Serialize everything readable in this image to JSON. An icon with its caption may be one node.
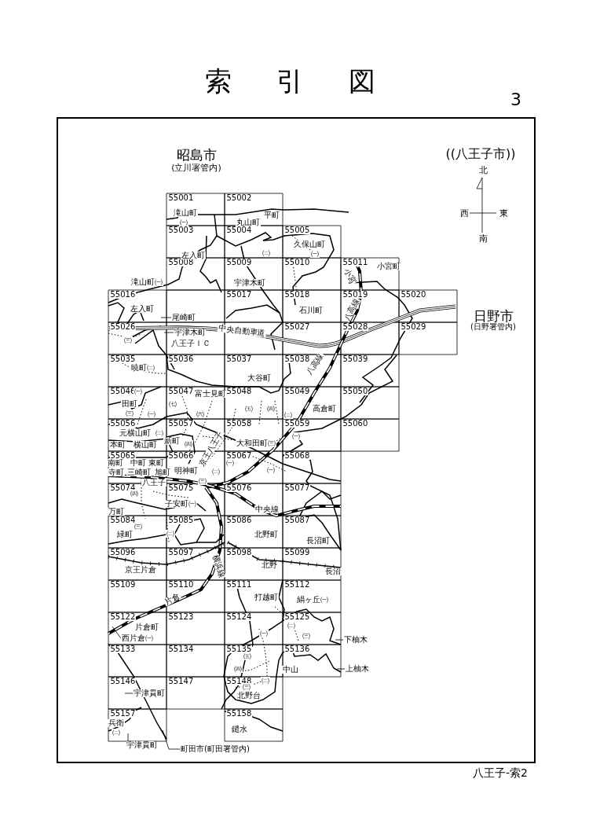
{
  "diagram": {
    "title": "索引図",
    "nodes": [
      {
        "text": [
          "尾崎町"
        ]
      },
      {
        "text": [
          "宇津木町"
        ]
      },
      {
        "text": [
          "西片倉㈠"
        ]
      },
      {
        "text": [
          "下柚木"
        ]
      },
      {
        "text": [
          "上柚木"
        ]
      },
      {
        "text": [
          "宇津貫町"
        ]
      },
      {
        "text": [
          "宇津貫町"
        ]
      },
      {
        "text": [
          "町田市(町田署管内)"
        ]
      }
    ],
    "edges": [
      {
        "from": 0,
        "to": null,
        "arrow": "none"
      },
      {
        "from": 1,
        "to": null,
        "arrow": "none"
      },
      {
        "from": 2,
        "to": null,
        "arrow": "none"
      },
      {
        "from": 3,
        "to": null,
        "arrow": "none"
      },
      {
        "from": 4,
        "to": null,
        "arrow": "none"
      },
      {
        "from": 5,
        "to": null,
        "arrow": "none"
      },
      {
        "from": 6,
        "to": null,
        "arrow": "none"
      },
      {
        "from": 7,
        "to": null,
        "arrow": "none"
      }
    ],
    "labels": [
      "3",
      "昭島市",
      "(立川署管内)",
      "((八王子市))",
      "北",
      "西",
      "東",
      "南",
      "55001",
      "55002",
      "55003",
      "55004",
      "55005",
      "55008",
      "55009",
      "55010",
      "55011",
      "55016",
      "55017",
      "55018",
      "55019",
      "55020",
      "55026",
      "55027",
      "55028",
      "55029",
      "55035",
      "55036",
      "55037",
      "55038",
      "55039",
      "55046",
      "55047",
      "55048",
      "55049",
      "55050",
      "55056",
      "55057",
      "55058",
      "55059",
      "55060",
      "55065",
      "55066",
      "55067",
      "55068",
      "55074",
      "55075",
      "55076",
      "55077",
      "55084",
      "55085",
      "55086",
      "55087",
      "55096",
      "55097",
      "55098",
      "55099",
      "55109",
      "55110",
      "55111",
      "55112",
      "55122",
      "55123",
      "55124",
      "55125",
      "55133",
      "55134",
      "55135",
      "55136",
      "55146",
      "55147",
      "55148",
      "55157",
      "55158",
      "滝山町",
      "㈠",
      "平町",
      "丸山町",
      "左入町",
      "㈡",
      "久保山町",
      "㈠",
      "滝山町㈠",
      "宇津木町",
      "小宮町",
      "小宮",
      "左入町",
      "石川町",
      "八高線",
      "中央自動車道",
      "㈢",
      "八王子ＩＣ",
      "暁町㈡",
      "大谷町",
      "八高線",
      "㈠",
      "富士見町",
      "高倉町",
      "田町",
      "㈢",
      "㈠",
      "㈦",
      "㈥",
      "㈤",
      "㈣",
      "㈡",
      "元横山町",
      "本町",
      "㈡",
      "新町",
      "㈣",
      "大和田町㈢",
      "㈠",
      "横山町",
      "南町",
      "中町",
      "東町",
      "京王八王子",
      "㈠",
      "寺町",
      "三崎町",
      "旭町",
      "明神町",
      "㈡",
      "㈠",
      "八王子",
      "㈢",
      "㈣",
      "子安町㈠",
      "万町",
      "中央線",
      "㈢",
      "緑町",
      "㈡",
      "北野町",
      "長沼町",
      "横浜線",
      "京王片倉",
      "北野",
      "長沼",
      "片倉",
      "打越町",
      "絹ヶ丘㈠",
      "片倉町",
      "㈡",
      "㈠",
      "㈢",
      "㈤",
      "㈣",
      "中山",
      "㈡",
      "㈢",
      "北野台",
      "兵衛",
      "㈡",
      "鑓水",
      "日野市",
      "(日野署管内)",
      "八王子-索2"
    ]
  }
}
